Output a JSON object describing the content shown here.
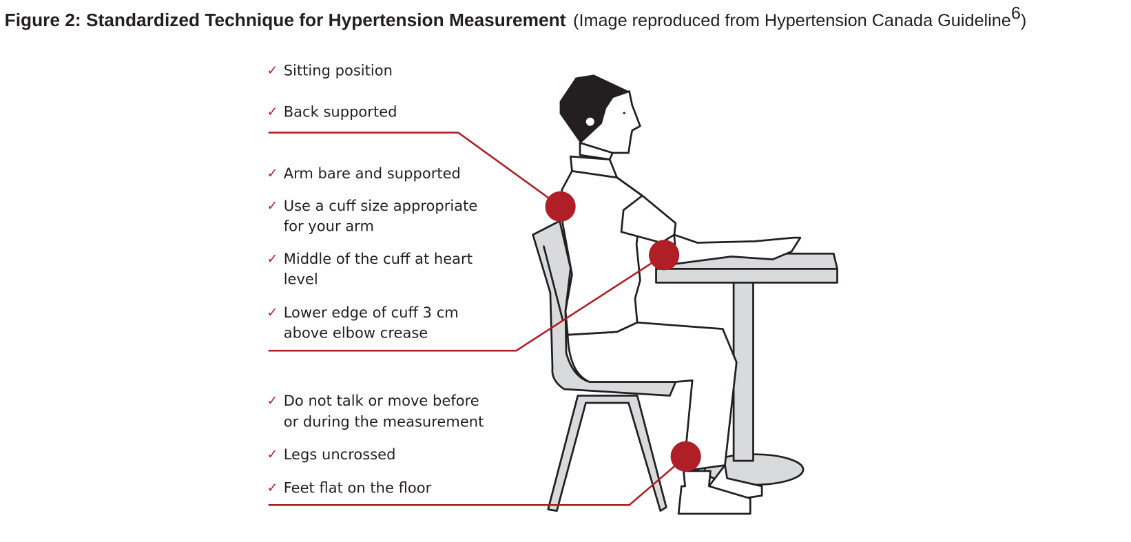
{
  "figure": {
    "title_bold": "Figure 2: Standardized Technique for Hypertension Measurement",
    "title_note": "(Image reproduced from Hypertension Canada Guideline",
    "title_sup": "6",
    "title_close": ")"
  },
  "colors": {
    "accent": "#b01e28",
    "chair": "#d9dadb",
    "outline": "#231f20"
  },
  "check_icon": "checkmark",
  "groups": [
    {
      "items": [
        {
          "lines": [
            "Sitting position"
          ]
        },
        {
          "lines": [
            "Back supported"
          ]
        }
      ]
    },
    {
      "items": [
        {
          "lines": [
            "Arm bare and supported"
          ]
        },
        {
          "lines": [
            "Use a cuff size appropriate",
            "for your arm"
          ]
        },
        {
          "lines": [
            "Middle of the cuff at heart",
            "level"
          ]
        },
        {
          "lines": [
            "Lower edge of cuff 3 cm",
            "above elbow crease"
          ]
        }
      ]
    },
    {
      "items": [
        {
          "lines": [
            "Do not talk or move before",
            "or during the measurement"
          ]
        },
        {
          "lines": [
            "Legs uncrossed"
          ]
        },
        {
          "lines": [
            "Feet flat on the floor"
          ]
        }
      ]
    }
  ]
}
